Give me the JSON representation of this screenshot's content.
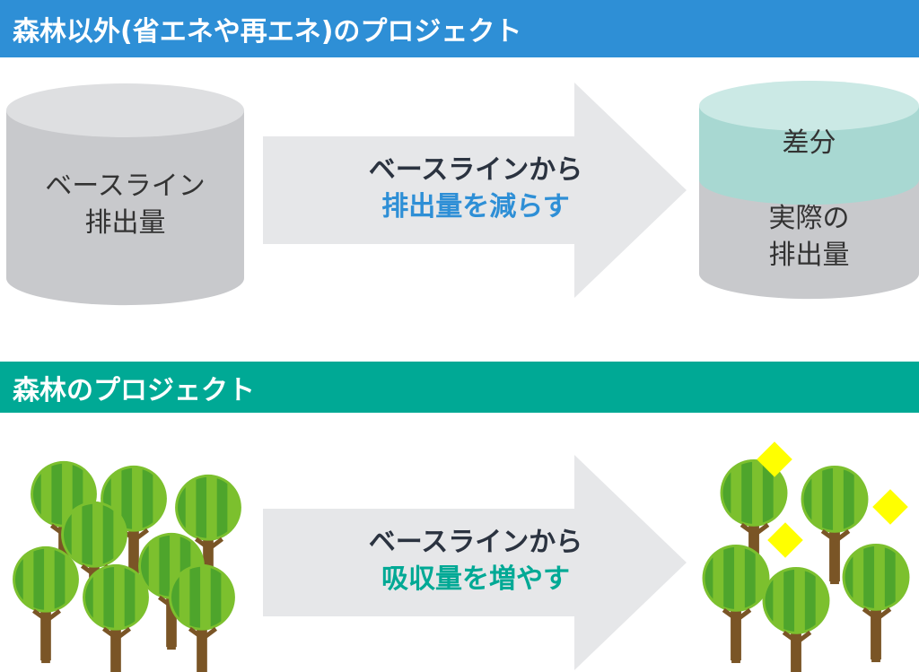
{
  "section1": {
    "title": "森林以外(省エネや再エネ)のプロジェクト",
    "baseline_line1": "ベースライン",
    "baseline_line2": "排出量",
    "arrow_line1": "ベースラインから",
    "arrow_line2": "排出量を減らす",
    "diff_label": "差分",
    "actual_line1": "実際の",
    "actual_line2": "排出量"
  },
  "section2": {
    "title": "森林のプロジェクト",
    "arrow_line1": "ベースラインから",
    "arrow_line2": "吸収量を増やす"
  },
  "colors": {
    "blue": "#2e8fd6",
    "green": "#00a995",
    "cylinder": "#c8c9cc",
    "diff": "#a8d8d2",
    "arrow": "#e6e7e9",
    "sparkle": "#ffff00"
  }
}
